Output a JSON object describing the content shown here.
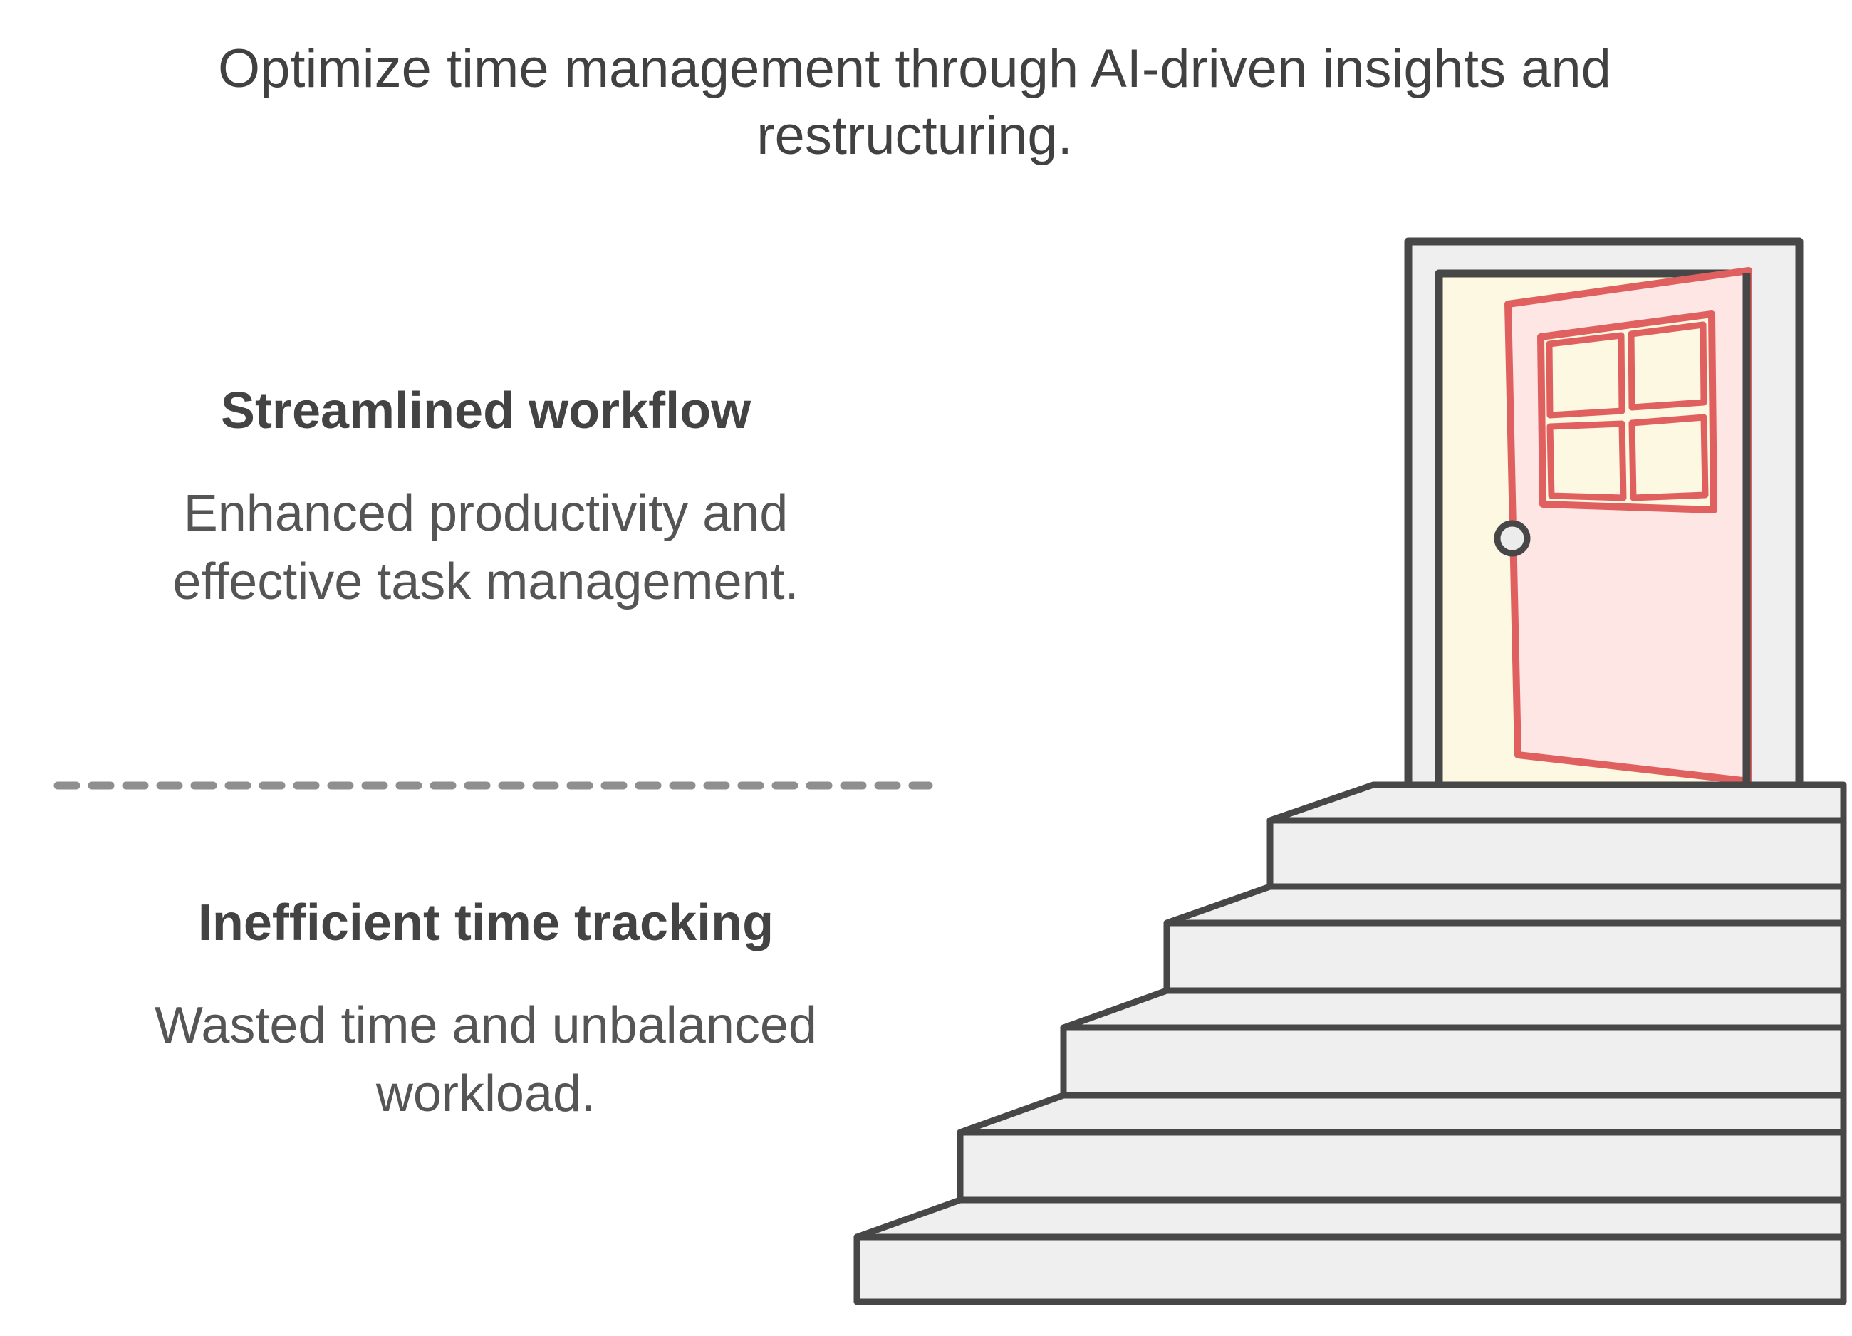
{
  "title": {
    "line1": "Optimize time management through AI-driven insights and",
    "line2": "restructuring."
  },
  "sections": [
    {
      "id": "outcome",
      "heading": "Streamlined workflow",
      "body": "Enhanced productivity and effective task management."
    },
    {
      "id": "problem",
      "heading": "Inefficient time tracking",
      "body": "Wasted time and unbalanced workload."
    }
  ],
  "divider": {
    "style": "dashed"
  },
  "illustration": {
    "description": "Staircase of five steps leading up to an open door",
    "icons": [
      "staircase-icon",
      "open-door-icon",
      "door-window-icon",
      "door-knob-icon"
    ],
    "steps_count": 5
  },
  "colors": {
    "background": "#ffffff",
    "ink": "#474747",
    "surface": "#efefef",
    "interior": "#fdf8e1",
    "doorFill": "#fde6e3",
    "accent": "#e06060",
    "knobFill": "#ececec",
    "divider": "#8f8f8f",
    "titleText": "#414141",
    "headingText": "#434343",
    "bodyText": "#555555"
  }
}
